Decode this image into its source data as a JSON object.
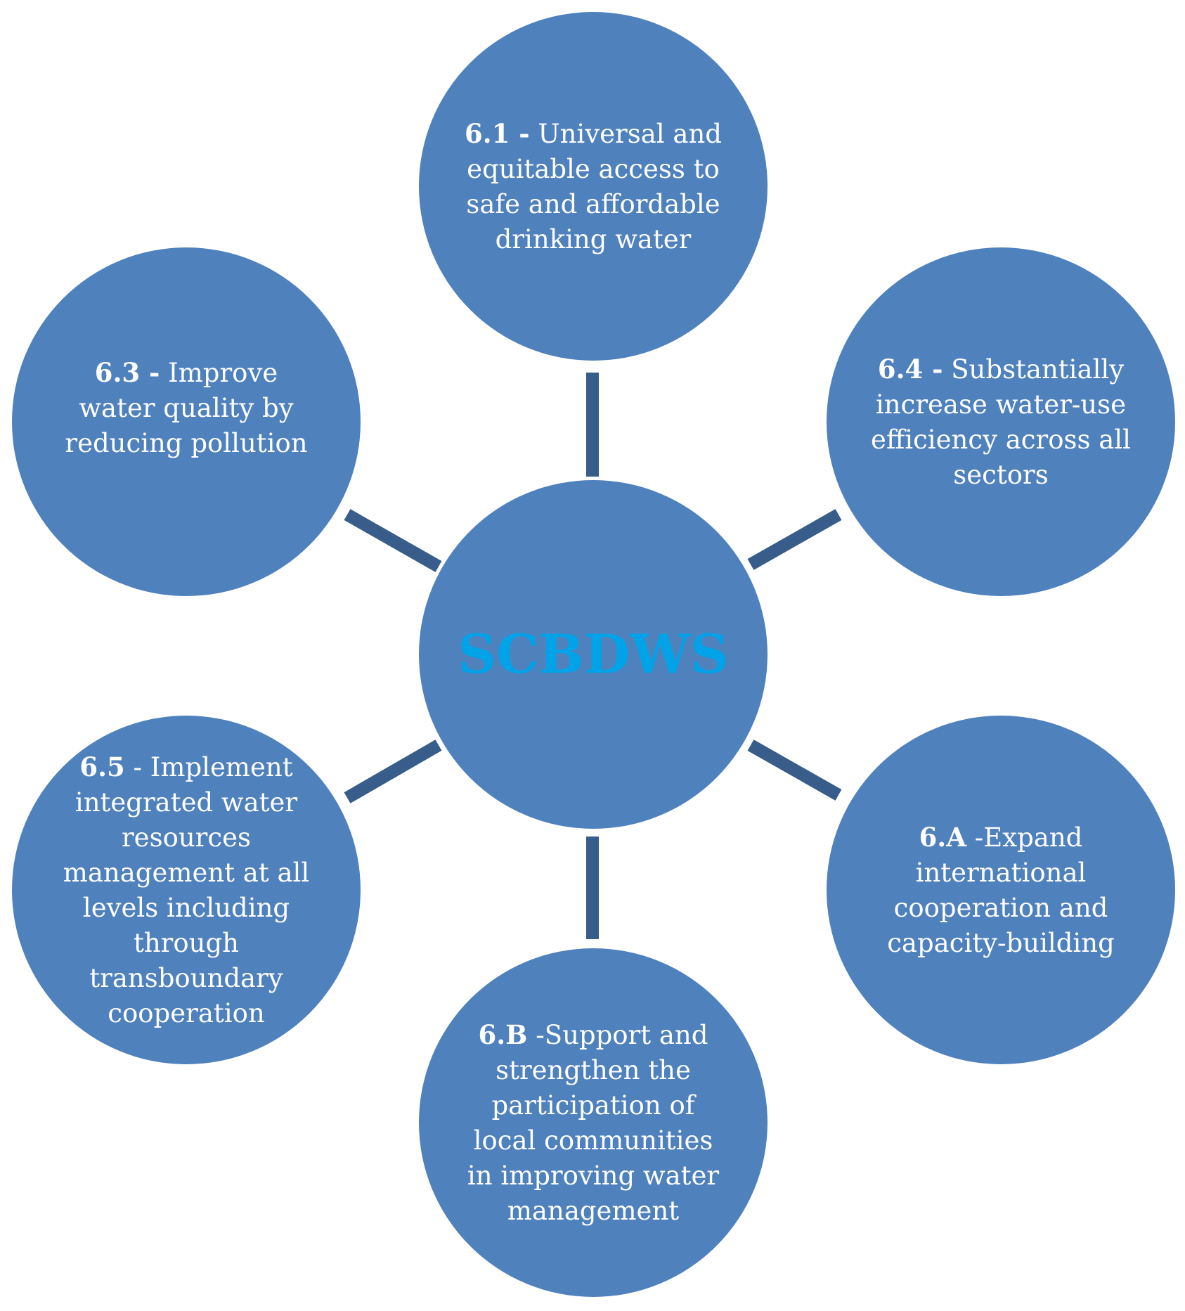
{
  "diagram": {
    "center": {
      "text": "SCBDWS"
    },
    "targets": [
      {
        "id": "6.1",
        "code": "6.1 -",
        "text": "Universal and equitable access to safe and affordable drinking water"
      },
      {
        "id": "6.4",
        "code": "6.4 -",
        "text": "Substantially increase water-use efficiency across all sectors"
      },
      {
        "id": "6.A",
        "code": "6.A",
        "text": "-Expand international cooperation and capacity-building"
      },
      {
        "id": "6.B",
        "code": "6.B",
        "text": "-Support and strengthen the participation of local communities in improving water management"
      },
      {
        "id": "6.5",
        "code": "6.5",
        "text": "- Implement integrated water resources management at all levels including through transboundary cooperation"
      },
      {
        "id": "6.3",
        "code": "6.3 -",
        "text": "Improve water quality by reducing pollution"
      }
    ]
  },
  "colors": {
    "node_fill": "#4f81bd",
    "connector": "#385d8a",
    "center_text": "#00a3e8",
    "node_text": "#ffffff"
  }
}
